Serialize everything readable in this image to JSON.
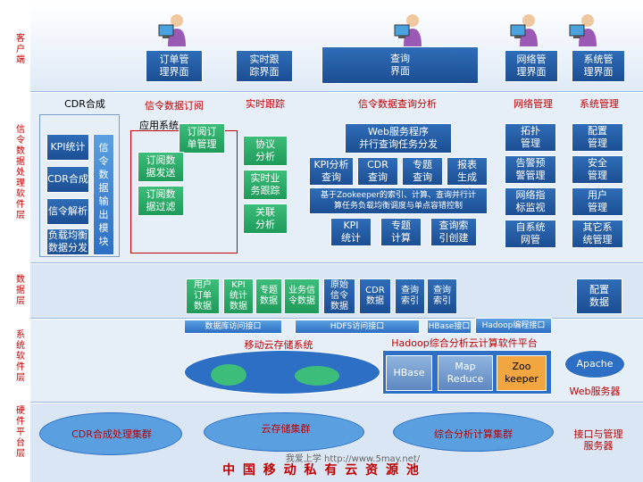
{
  "layers": {
    "client": "客户端",
    "processing": "信令数据处理软件层",
    "data": "数据层",
    "system": "系统软件层",
    "hardware": "硬件平台层"
  },
  "client_boxes": [
    "订单管\n理界面",
    "实时跟\n踪界面",
    "查询\n界面",
    "网络管\n理界面",
    "系统管\n理界面"
  ],
  "section_titles": {
    "cdr": "CDR合成",
    "subscribe": "信令数据订阅",
    "track": "实时跟踪",
    "query": "信令数据查询分析",
    "netmgmt": "网络管理",
    "sysmgmt": "系统管理"
  },
  "left_panel": {
    "kpi": "KPI统计",
    "cdr": "CDR合成",
    "parse": "信令解析",
    "balance": "负载均衡\n数据分发",
    "module": "信\n令\n数\n据\n输\n出\n模\n块"
  },
  "subscribe_panel": {
    "app": "应用系统",
    "order_mgmt": "订阅订\n单管理",
    "send": "订阅数\n据发送",
    "filter": "订阅数\n据过滤"
  },
  "track_panel": {
    "protocol": "协议\n分析",
    "business": "实时业\n务跟踪",
    "assoc": "关联\n分析"
  },
  "query_panel": {
    "web": "Web服务程序\n并行查询任务分发",
    "kpi": "KPI分析\n查询",
    "cdr": "CDR\n查询",
    "topic": "专题\n查询",
    "report": "报表\n生成",
    "zk": "基于Zookeeper的索引、计算、查询并行计\n算任务负载均衡调度与单点容错控制",
    "kpi_calc": "KPI\n统计",
    "topic_calc": "专题\n计算",
    "index": "查询索\n引创建"
  },
  "net_panel": [
    "拓扑\n管理",
    "告警预\n警管理",
    "网络指\n标监视",
    "自系统\n网管"
  ],
  "sys_panel": [
    "配置\n管理",
    "安全\n管理",
    "用户\n管理",
    "其它系\n统管理"
  ],
  "data_layer": {
    "user_order": "用户\n订单\n数据",
    "kpi_data": "KPI\n统计\n数据",
    "topic_data": "专题\n数据",
    "biz_data": "业务信\n令数据",
    "raw": "原始\n信令\n数据",
    "cdr": "CDR\n数据",
    "qindex1": "查询\n索引",
    "qindex2": "查询\n索引",
    "config": "配置\n数据"
  },
  "system_layer": {
    "db_access": "数据库访问接口",
    "hdfs_access": "HDFS访问接口",
    "hbase_if": "HBase接口",
    "hadoop_if": "Hadoop编程接口",
    "mobile_cloud": "移动云存储系统",
    "hadoop_title": "Hadoop综合分析云计算软件平台",
    "hbase": "HBase",
    "mapreduce": "Map\nReduce",
    "zookeeper": "Zoo\nkeeper",
    "apache": "Apache",
    "web_server": "Web服务器"
  },
  "hardware_layer": {
    "cdr_cluster": "CDR合成处理集群",
    "cloud_storage": "云存储集群",
    "analysis_cluster": "综合分析计算集群",
    "interface_server": "接口与管理\n服务器",
    "watermark": "我爱上学 http://www.5may.net/",
    "pool": "中 国 移 动 私 有 云 资 源 池"
  },
  "colors": {
    "blue": "#2f6db8",
    "green": "#2aa866",
    "light_blue": "#3d84d4",
    "band": "#dce8f6",
    "label_red": "#c00000"
  }
}
